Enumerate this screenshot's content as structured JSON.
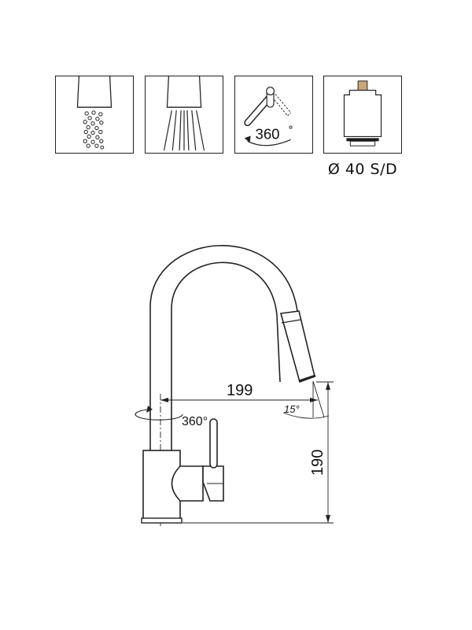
{
  "features": {
    "aerated_flow": {
      "icon": "aerated-stream-icon"
    },
    "spray_flow": {
      "icon": "spray-stream-icon"
    },
    "swivel_spout": {
      "icon": "swivel-spout-icon",
      "rotation_label": "360"
    },
    "cartridge": {
      "icon": "cartridge-icon",
      "label": "Ø 40 S/D"
    }
  },
  "drawing": {
    "reach_label": "199",
    "height_label": "190",
    "base_rotation_label": "360°",
    "spout_tilt_label": "15°"
  },
  "colors": {
    "line": "#222222",
    "cartridge_stem": "#c9a57a",
    "cartridge_ring": "#1a1a1a"
  }
}
